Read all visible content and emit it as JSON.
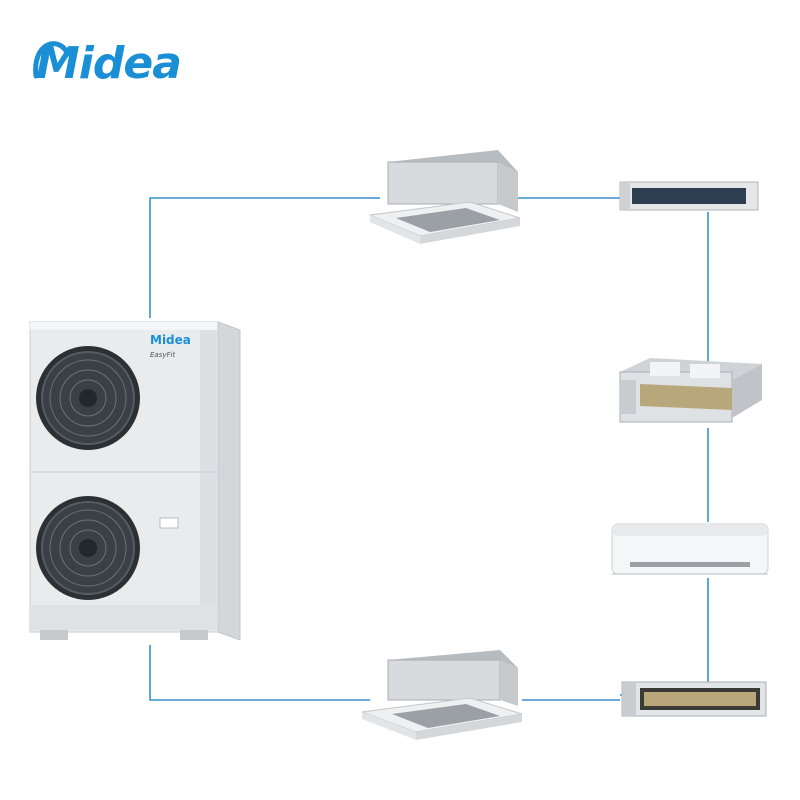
{
  "brand": {
    "name": "Midea",
    "accent_color": "#1b8fd6",
    "line_color": "#3a8fd0"
  },
  "outdoor_unit": {
    "brand_label": "Midea",
    "model_label": "EasyFit",
    "icon": "outdoor-condenser-unit"
  },
  "indoor_units": [
    {
      "icon": "ceiling-cassette-unit"
    },
    {
      "icon": "slim-duct-unit"
    },
    {
      "icon": "medium-static-duct-unit"
    },
    {
      "icon": "wall-mounted-split-unit"
    },
    {
      "icon": "ceiling-cassette-unit"
    },
    {
      "icon": "duct-unit"
    }
  ]
}
